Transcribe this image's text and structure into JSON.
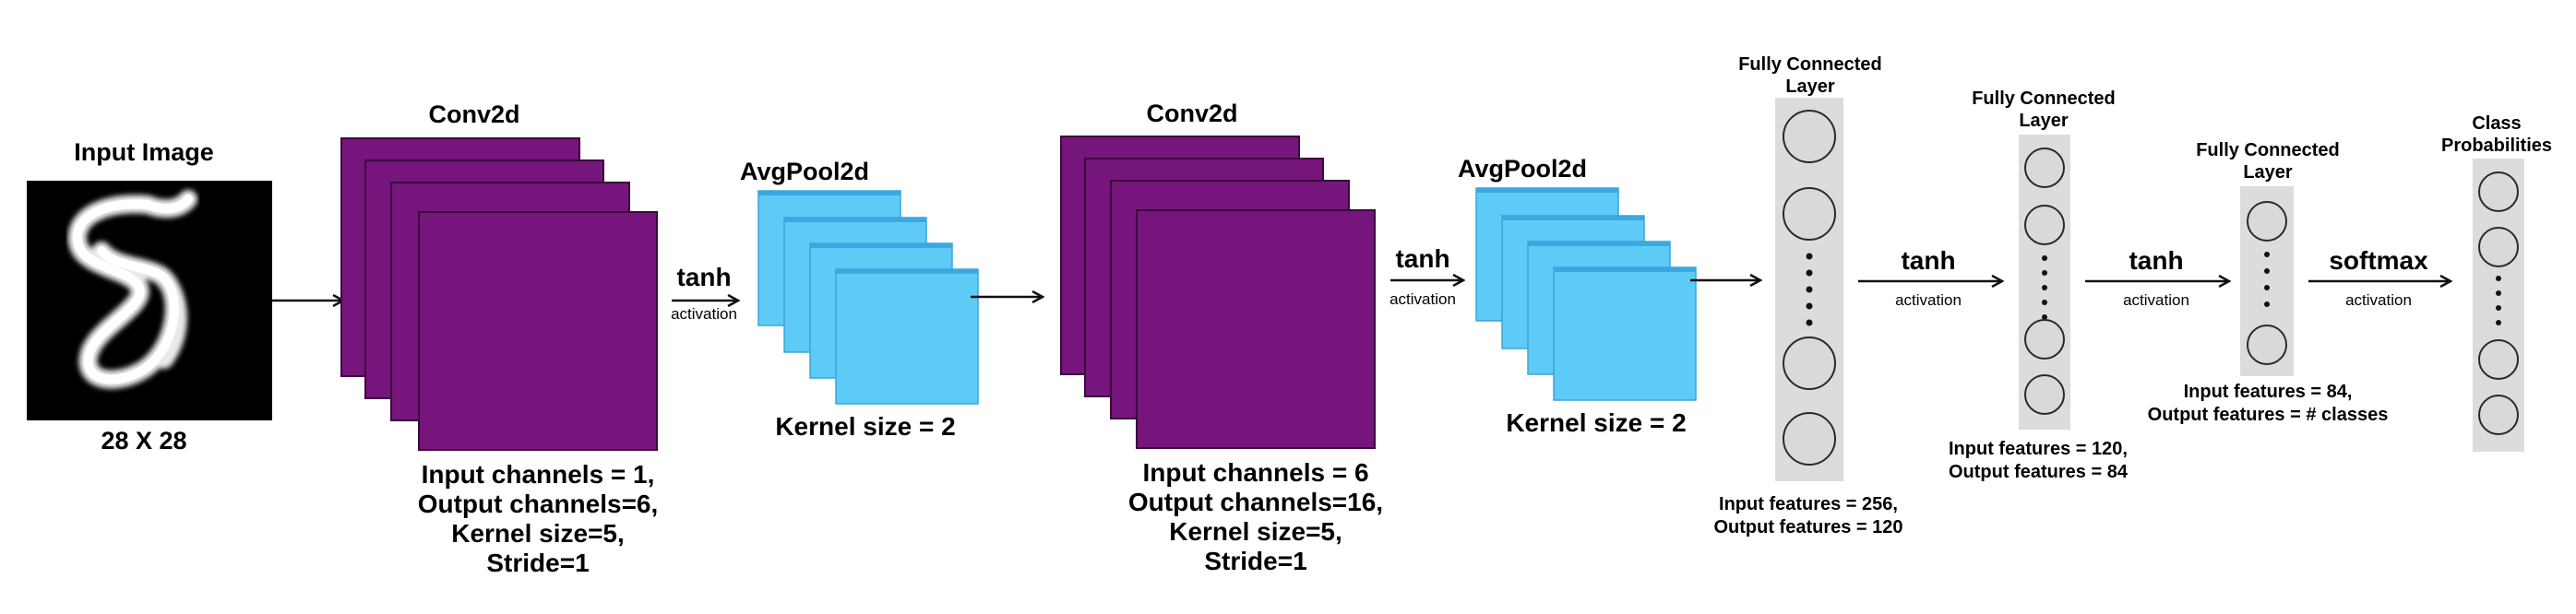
{
  "input": {
    "title": "Input Image",
    "size_label": "28 X 28"
  },
  "conv1": {
    "title": "Conv2d",
    "lines": [
      "Input channels = 1,",
      "Output channels=6,",
      "Kernel size=5,",
      "Stride=1"
    ]
  },
  "act1": {
    "name": "tanh",
    "sub": "activation"
  },
  "pool1": {
    "title": "AvgPool2d",
    "kernel_label": "Kernel size = 2"
  },
  "conv2": {
    "title": "Conv2d",
    "lines": [
      "Input channels = 6",
      "Output channels=16,",
      "Kernel size=5,",
      "Stride=1"
    ]
  },
  "act2": {
    "name": "tanh",
    "sub": "activation"
  },
  "pool2": {
    "title": "AvgPool2d",
    "kernel_label": "Kernel size = 2"
  },
  "fc1": {
    "title_lines": [
      "Fully Connected",
      "Layer"
    ],
    "desc_lines": [
      "Input features = 256,",
      "Output features = 120"
    ]
  },
  "act3": {
    "name": "tanh",
    "sub": "activation"
  },
  "fc2": {
    "title_lines": [
      "Fully Connected",
      "Layer"
    ],
    "desc_lines": [
      "Input features = 120,",
      "Output features = 84"
    ]
  },
  "act4": {
    "name": "tanh",
    "sub": "activation"
  },
  "fc3": {
    "title_lines": [
      "Fully Connected",
      "Layer"
    ],
    "desc_lines": [
      "Input features = 84,",
      "Output features = # classes"
    ]
  },
  "act5": {
    "name": "softmax",
    "sub": "activation"
  },
  "output": {
    "title_lines": [
      "Class",
      "Probabilities"
    ]
  },
  "colors": {
    "conv": "#76157c",
    "pool": "#5ecbf7",
    "fc_background": "#dcdcdc",
    "node": "#d9d9d9"
  }
}
